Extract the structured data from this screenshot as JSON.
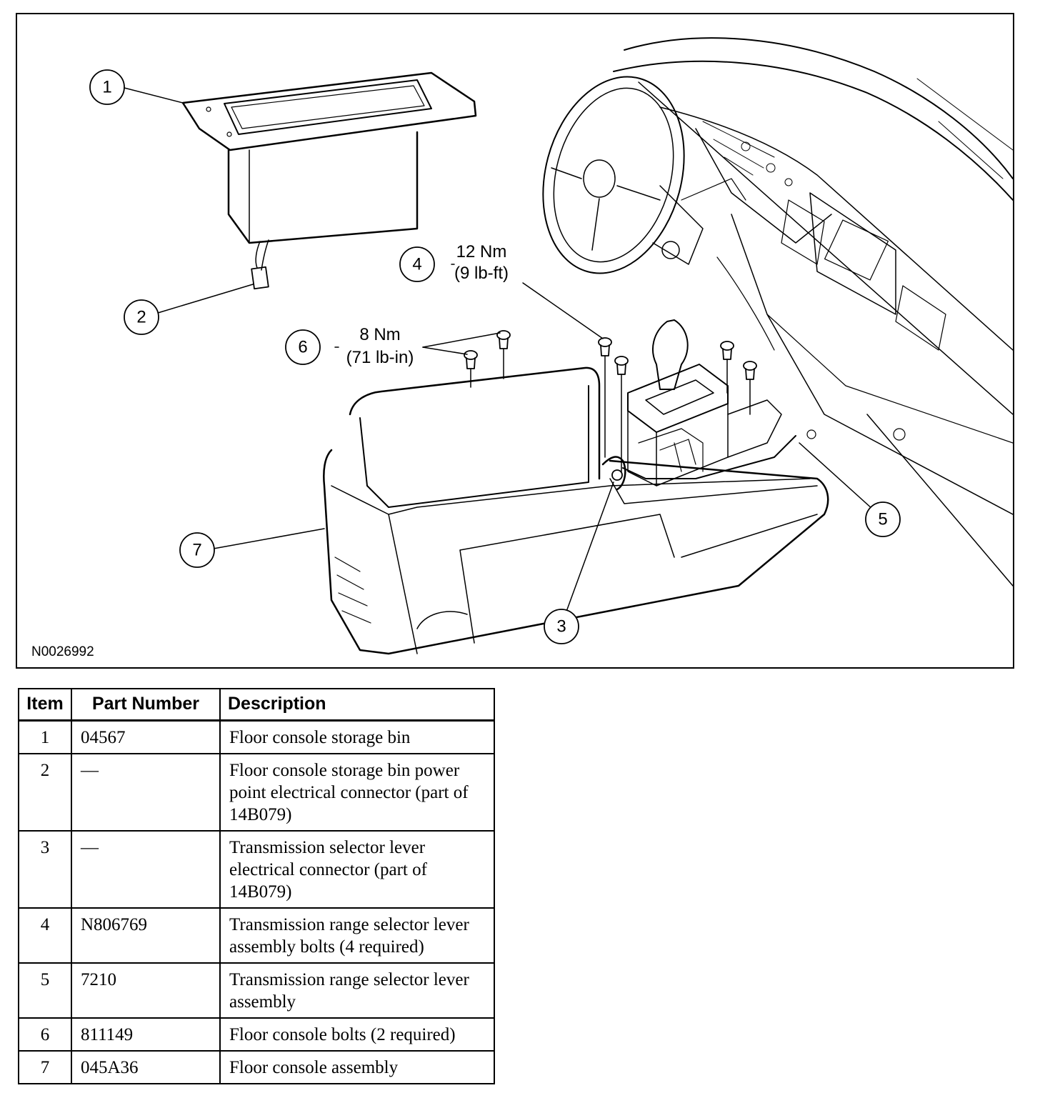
{
  "diagram": {
    "figure_id": "N0026992",
    "callouts": [
      "1",
      "2",
      "3",
      "4",
      "5",
      "6",
      "7"
    ],
    "torque_item_4": {
      "metric": "12 Nm",
      "imperial": "(9 lb-ft)"
    },
    "torque_item_6": {
      "metric": "8 Nm",
      "imperial": "(71 lb-in)"
    }
  },
  "table": {
    "headers": {
      "item": "Item",
      "part_number": "Part Number",
      "description": "Description"
    },
    "rows": [
      {
        "item": "1",
        "part_number": "04567",
        "description": "Floor console storage bin"
      },
      {
        "item": "2",
        "part_number": "—",
        "description": "Floor console storage bin power point electrical connector (part of 14B079)"
      },
      {
        "item": "3",
        "part_number": "—",
        "description": "Transmission selector lever electrical connector (part of 14B079)"
      },
      {
        "item": "4",
        "part_number": "N806769",
        "description": "Transmission range selector lever assembly bolts (4 required)"
      },
      {
        "item": "5",
        "part_number": "7210",
        "description": "Transmission range selector lever assembly"
      },
      {
        "item": "6",
        "part_number": "811149",
        "description": "Floor console bolts (2 required)"
      },
      {
        "item": "7",
        "part_number": "045A36",
        "description": "Floor console assembly"
      }
    ]
  }
}
